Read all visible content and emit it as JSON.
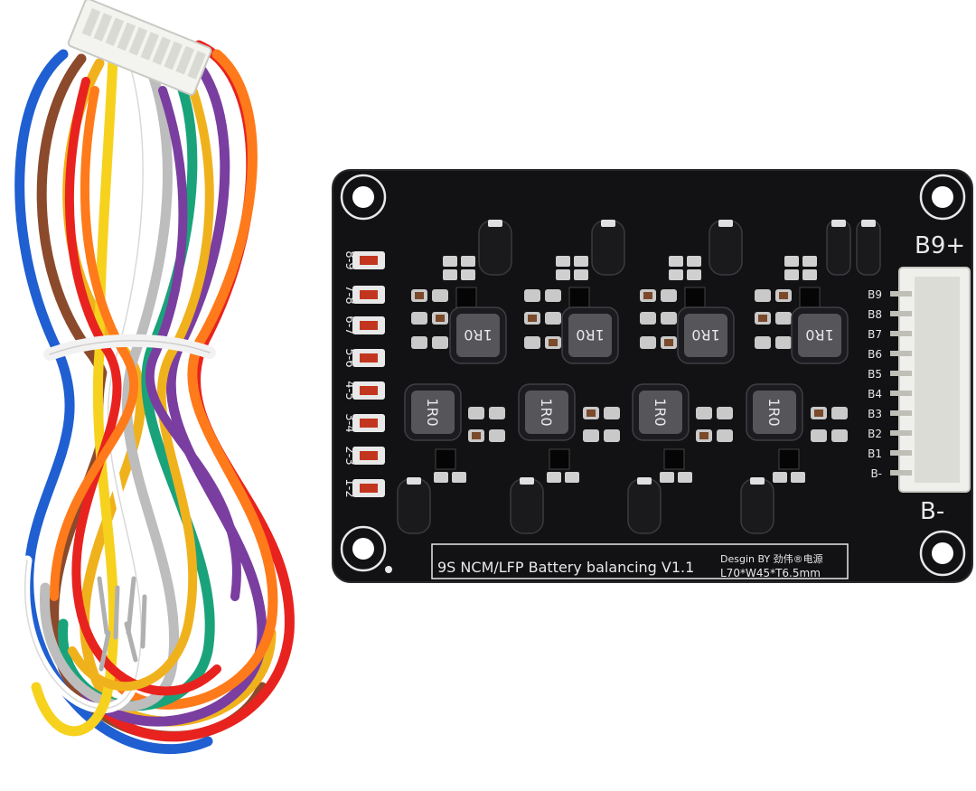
{
  "board": {
    "title_text": "9S NCM/LFP Battery balancing V1.1",
    "design_text": "Desgin BY 劲伟®电源",
    "size_text": "L70*W45*T6.5mm",
    "positive_label": "B9+",
    "negative_label": "B-",
    "pin_labels": [
      "B9",
      "B8",
      "B7",
      "B6",
      "B5",
      "B4",
      "B3",
      "B2",
      "B1",
      "B-"
    ],
    "led_labels": [
      "8-9",
      "7-8",
      "6-7",
      "5-6",
      "4-5",
      "3-4",
      "2-3",
      "1-2"
    ],
    "inductor_label": "1R0",
    "colors": {
      "pcb": "#121214",
      "silkscreen": "#e8e8e8",
      "connector": "#efefec"
    }
  },
  "cable": {
    "wire_colors": [
      "#1f5fd1",
      "#f0b21c",
      "#e8231f",
      "#8b4a2b",
      "#7a3ea0",
      "#ff7a1a",
      "#1aa37a",
      "#bdbdbd",
      "#ffffff",
      "#f6d21e"
    ]
  }
}
